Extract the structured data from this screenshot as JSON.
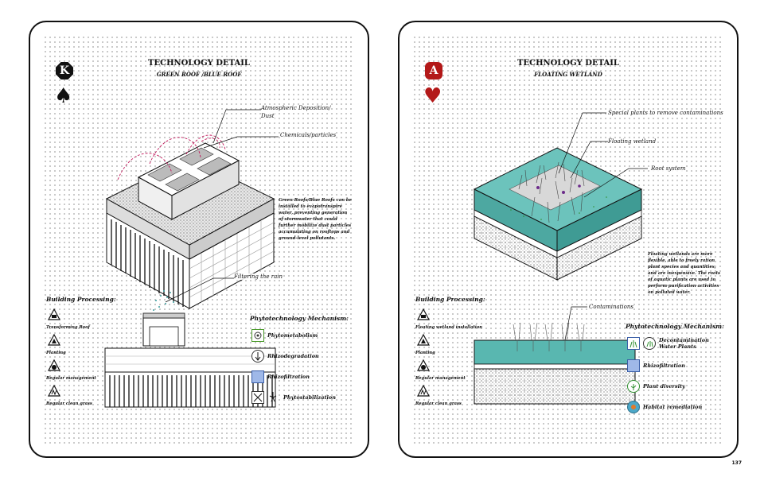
{
  "left": {
    "rank": "K",
    "suit": "♠",
    "title": "TECHNOLOGY DETAIL",
    "subtitle": "GREEN ROOF /BLUE ROOF",
    "labels": {
      "atmospheric": "Atmospheric Deposition/",
      "atmospheric2": "Dust",
      "chemicals": "Chemicals/particles",
      "filtering": "Filtering the rain"
    },
    "description": "Green Roofs/Blue Roofs can be installed to evapotranspire water, preventing generation of stormwater that could further mobilize dust particles accumulating on rooftops and ground-level pollutants.",
    "building_processing": {
      "heading": "Building Processing:",
      "items": [
        "Transforming Roof",
        "Planting",
        "Regular management",
        "Regular clean grass"
      ]
    },
    "mechanism": {
      "heading": "Phytotechnology Mechanism:",
      "items": [
        "Phytometabolism",
        "Rhizodegradation",
        "Rhizofiltration",
        "Phytostabilization"
      ]
    }
  },
  "right": {
    "rank": "A",
    "suit": "♥",
    "title": "TECHNOLOGY DETAIL",
    "subtitle": "FLOATING WETLAND",
    "labels": {
      "special": "Special plants to remove contaminations",
      "floating": "Floating wetland",
      "root": "Root system",
      "contaminations": "Contaminations"
    },
    "description": "Floating wetlands are more flexible, able to freely ration plant species and quantities, and are inexpensive. The roots of aquatic plants are used to perform purification activities on polluted water.",
    "building_processing": {
      "heading": "Building Processing:",
      "items": [
        "Floating wetland installation",
        "Planting",
        "Regular management",
        "Regular clean grass"
      ]
    },
    "mechanism": {
      "heading": "Phytotechnology Mechanism:",
      "items": [
        "Decontamination",
        "Water Plants",
        "Rhizofiltration",
        "Plant diversity",
        "Habitat remediation"
      ]
    }
  },
  "page_number": "137",
  "colors": {
    "water": "#59b7b0",
    "spade": "#111111",
    "heart": "#b31818"
  }
}
